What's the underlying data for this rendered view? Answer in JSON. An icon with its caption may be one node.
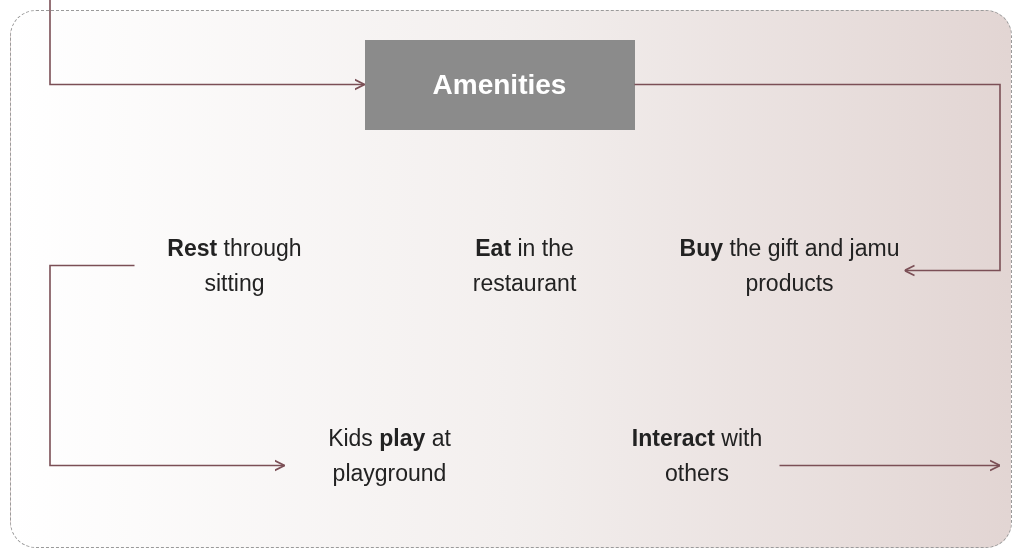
{
  "diagram": {
    "nodes": [
      {
        "text": [],
        "shape": "box"
      },
      {
        "text": [
          "Amenities"
        ],
        "in": 0
      },
      {
        "text": [
          "**Rest** through sitting"
        ],
        "in": 0
      },
      {
        "text": [
          "**Eat** in the restaurant"
        ],
        "in": 0
      },
      {
        "text": [
          "**Buy** the gift and jamu products"
        ],
        "in": 0
      },
      {
        "text": [
          "Kids **play** at playground"
        ],
        "in": 0
      },
      {
        "text": [
          "**Interact** with others"
        ],
        "in": 0
      }
    ],
    "edges": [
      {
        "from": null,
        "to": 1,
        "arrow": "to"
      },
      {
        "from": 1,
        "to": 4,
        "arrow": "to"
      },
      {
        "from": 2,
        "to": 5,
        "arrow": "to"
      },
      {
        "from": 6,
        "to": null,
        "arrow": "to"
      }
    ]
  }
}
